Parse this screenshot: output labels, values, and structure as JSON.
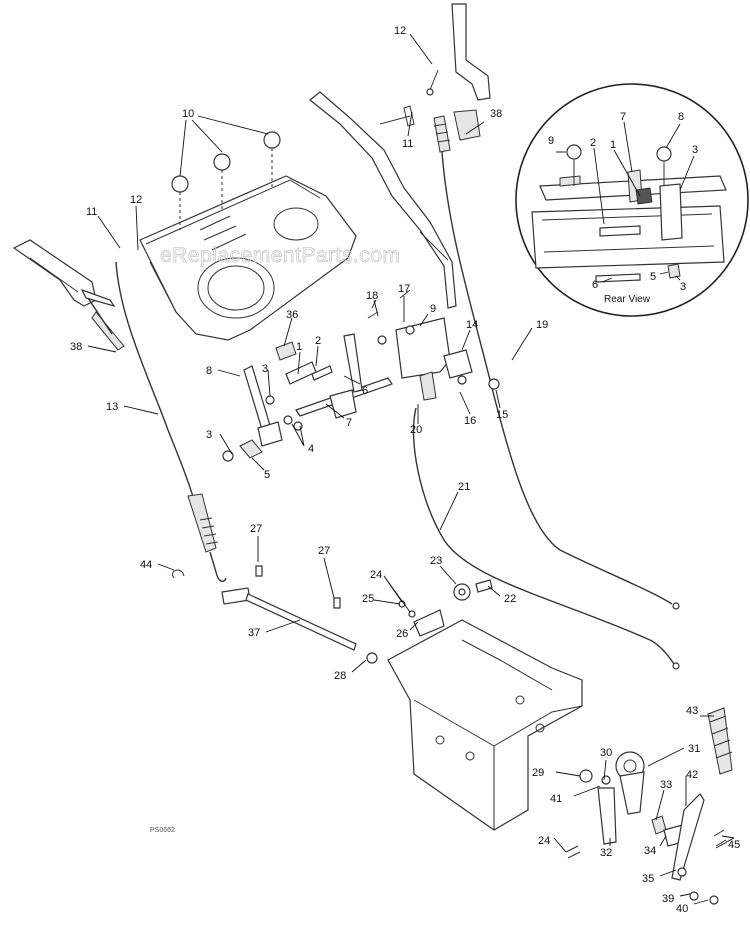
{
  "watermark": "eReplacementParts.com",
  "inset_caption": "Rear View",
  "figure_code": "PS0662",
  "callouts": [
    {
      "id": "c12a",
      "label": "12"
    },
    {
      "id": "c38a",
      "label": "38"
    },
    {
      "id": "c11a",
      "label": "11"
    },
    {
      "id": "c10",
      "label": "10"
    },
    {
      "id": "c11b",
      "label": "11"
    },
    {
      "id": "c12b",
      "label": "12"
    },
    {
      "id": "c38b",
      "label": "38"
    },
    {
      "id": "c13",
      "label": "13"
    },
    {
      "id": "c18",
      "label": "18"
    },
    {
      "id": "c17",
      "label": "17"
    },
    {
      "id": "c9",
      "label": "9"
    },
    {
      "id": "c36",
      "label": "36"
    },
    {
      "id": "c14",
      "label": "14"
    },
    {
      "id": "c19",
      "label": "19"
    },
    {
      "id": "c8",
      "label": "8"
    },
    {
      "id": "c3a",
      "label": "3"
    },
    {
      "id": "c1",
      "label": "1"
    },
    {
      "id": "c2",
      "label": "2"
    },
    {
      "id": "c6",
      "label": "6"
    },
    {
      "id": "c7",
      "label": "7"
    },
    {
      "id": "c20",
      "label": "20"
    },
    {
      "id": "c16",
      "label": "16"
    },
    {
      "id": "c15",
      "label": "15"
    },
    {
      "id": "c3b",
      "label": "3"
    },
    {
      "id": "c4",
      "label": "4"
    },
    {
      "id": "c5",
      "label": "5"
    },
    {
      "id": "c21",
      "label": "21"
    },
    {
      "id": "c27a",
      "label": "27"
    },
    {
      "id": "c27b",
      "label": "27"
    },
    {
      "id": "c44",
      "label": "44"
    },
    {
      "id": "c23",
      "label": "23"
    },
    {
      "id": "c24a",
      "label": "24"
    },
    {
      "id": "c22",
      "label": "22"
    },
    {
      "id": "c25",
      "label": "25"
    },
    {
      "id": "c26",
      "label": "26"
    },
    {
      "id": "c37",
      "label": "37"
    },
    {
      "id": "c28",
      "label": "28"
    },
    {
      "id": "c43",
      "label": "43"
    },
    {
      "id": "c30",
      "label": "30"
    },
    {
      "id": "c31",
      "label": "31"
    },
    {
      "id": "c29",
      "label": "29"
    },
    {
      "id": "c42",
      "label": "42"
    },
    {
      "id": "c33",
      "label": "33"
    },
    {
      "id": "c41",
      "label": "41"
    },
    {
      "id": "c24b",
      "label": "24"
    },
    {
      "id": "c32",
      "label": "32"
    },
    {
      "id": "c34",
      "label": "34"
    },
    {
      "id": "c45",
      "label": "45"
    },
    {
      "id": "c35",
      "label": "35"
    },
    {
      "id": "c39",
      "label": "39"
    },
    {
      "id": "c40",
      "label": "40"
    },
    {
      "id": "i9",
      "label": "9"
    },
    {
      "id": "i2",
      "label": "2"
    },
    {
      "id": "i7",
      "label": "7"
    },
    {
      "id": "i1",
      "label": "1"
    },
    {
      "id": "i8",
      "label": "8"
    },
    {
      "id": "i3a",
      "label": "3"
    },
    {
      "id": "i6",
      "label": "6"
    },
    {
      "id": "i5",
      "label": "5"
    },
    {
      "id": "i3b",
      "label": "3"
    }
  ]
}
